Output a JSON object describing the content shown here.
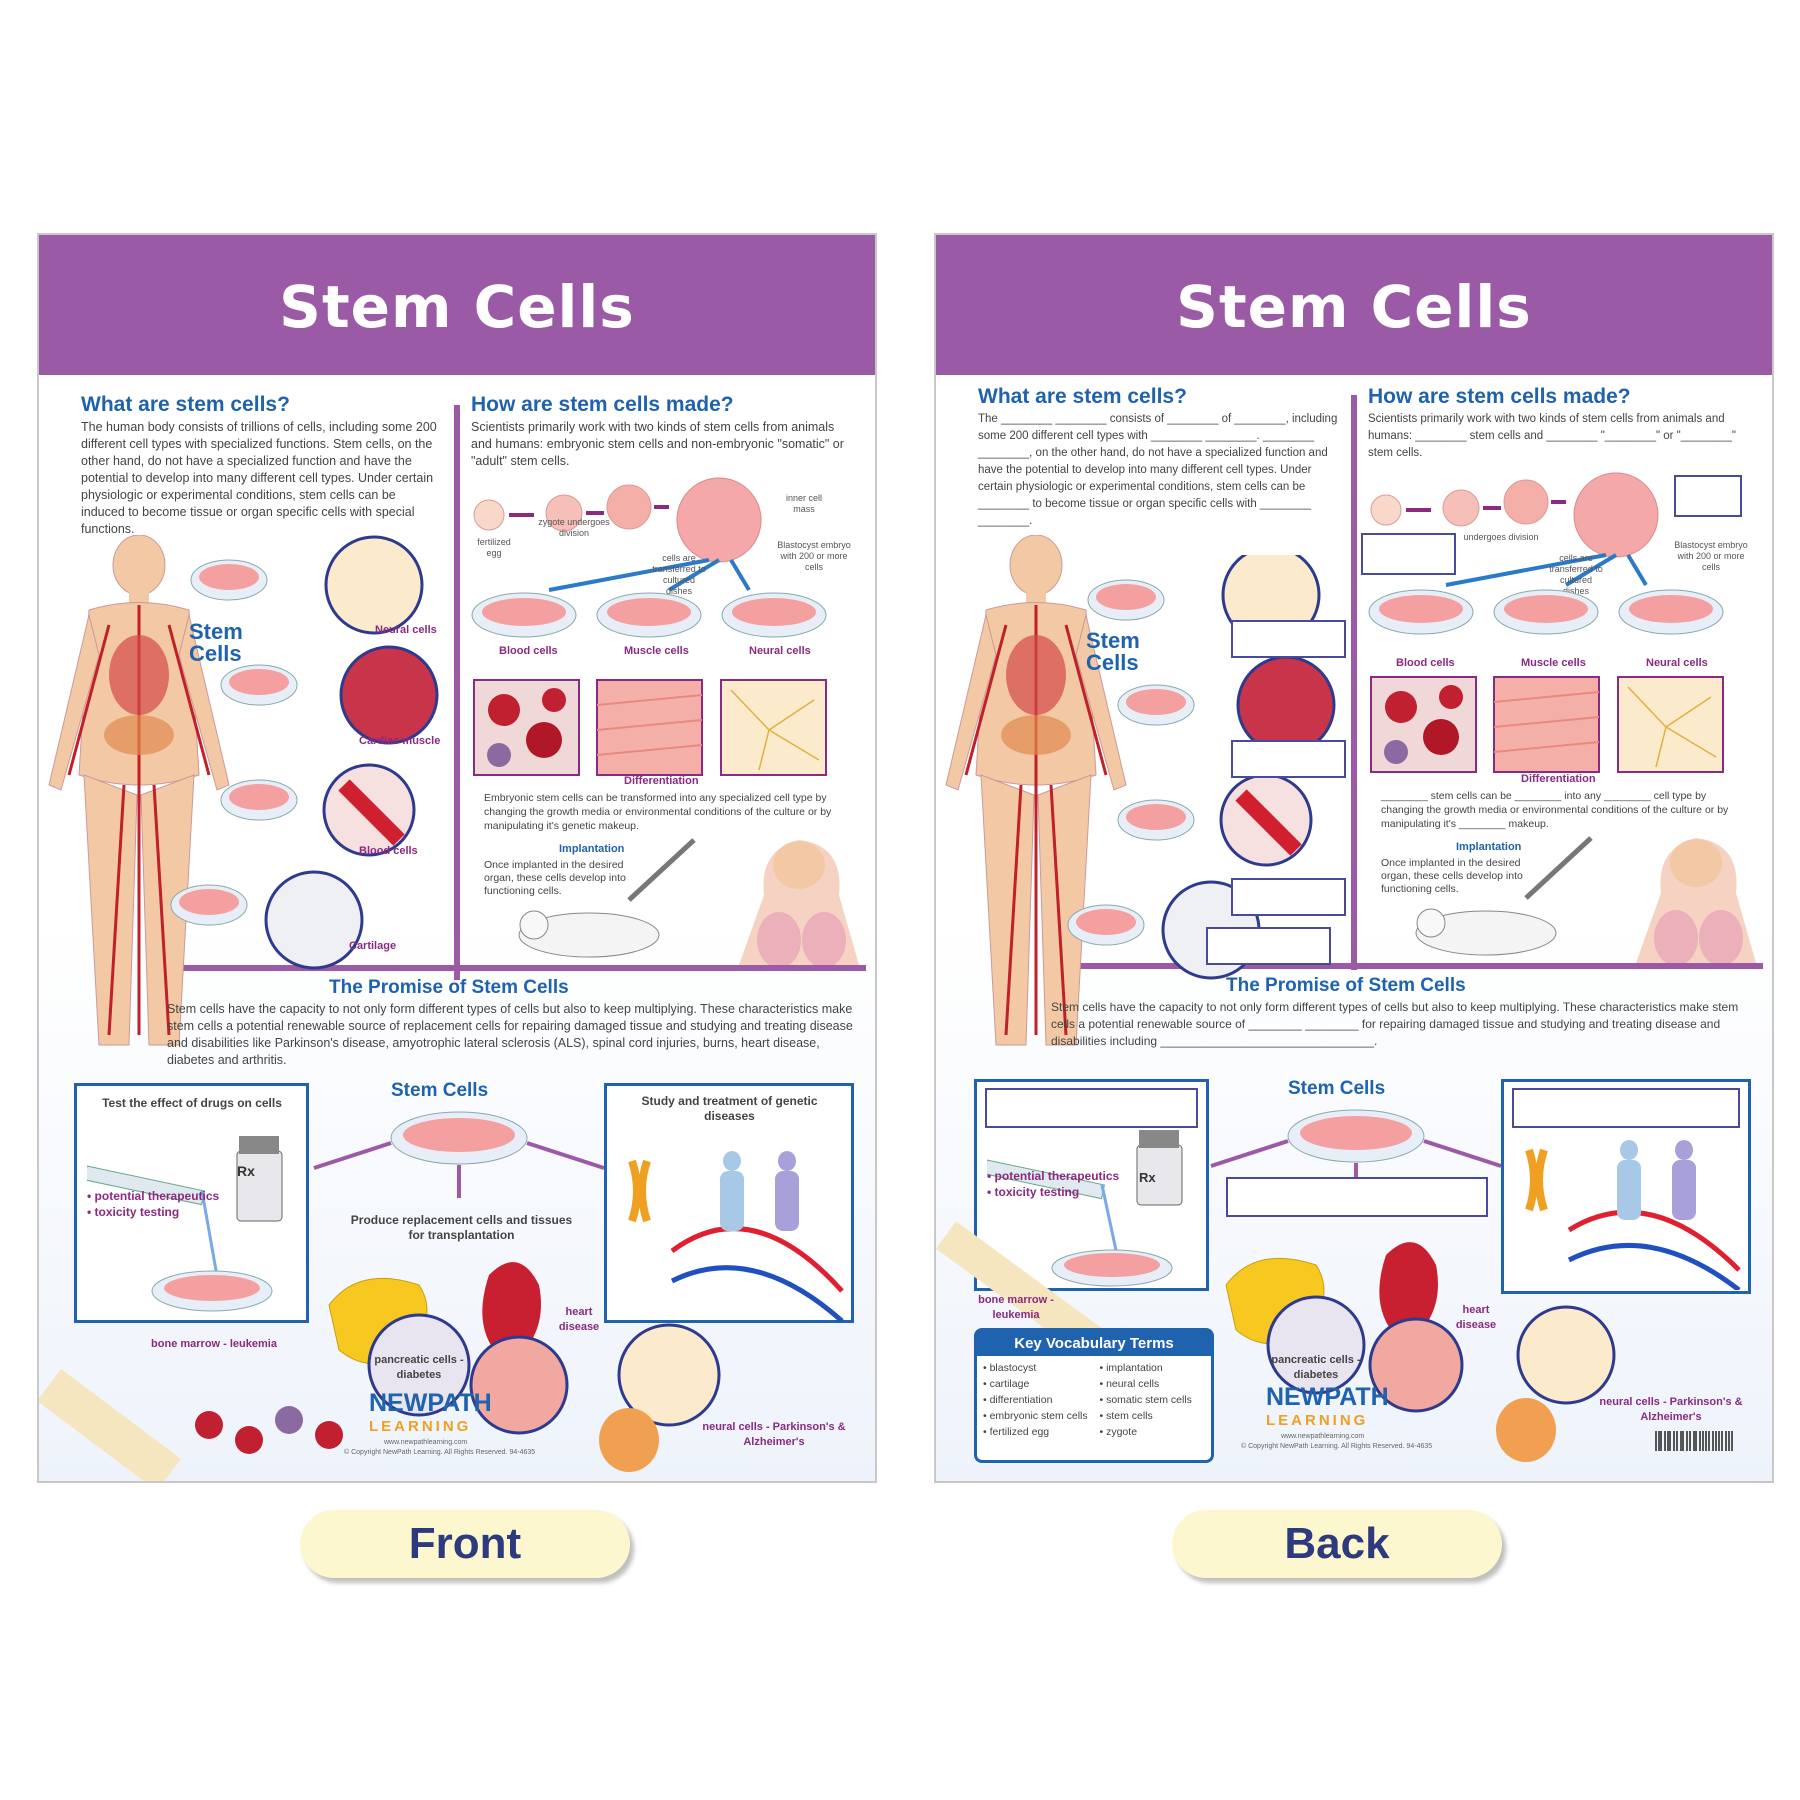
{
  "front": {
    "title": "Stem Cells",
    "q1_heading": "What are stem cells?",
    "q1_text": "The human body consists of trillions of cells, including some 200 different cell types with specialized functions. Stem cells, on the other hand, do not have a specialized function and have the potential to develop into many different cell types. Under certain physiologic or experimental conditions, stem cells can be induced to become tissue or organ specific cells with special functions.",
    "q2_heading": "How are stem cells made?",
    "q2_text": "Scientists primarily work with two kinds of stem cells from animals and humans: embryonic stem cells and non-embryonic \"somatic\" or \"adult\" stem cells.",
    "stem_label_1": "Stem",
    "stem_label_2": "Cells",
    "body_labels": [
      "Neural cells",
      "Cardiac muscle",
      "Blood cells",
      "Cartilage"
    ],
    "dev_labels": {
      "fertilized_egg": "fertilized egg",
      "zygote": "zygote undergoes division",
      "inner_mass": "inner cell mass",
      "blastocyst": "Blastocyst embryo with 200 or more cells",
      "transferred": "cells are transferred to cultured dishes"
    },
    "cell_types": [
      "Blood cells",
      "Muscle cells",
      "Neural cells"
    ],
    "differentiation": "Differentiation",
    "embryonic_text": "Embryonic stem cells can be transformed into any specialized cell type by changing the growth media or environmental conditions of the culture or by manipulating it's genetic makeup.",
    "implantation_heading": "Implantation",
    "implantation_text": "Once implanted in the desired organ, these cells develop into functioning cells.",
    "promise_heading": "The Promise of Stem Cells",
    "promise_text": "Stem cells have the capacity to not only form different types of cells but also to keep multiplying. These characteristics make stem cells a potential renewable source of replacement cells for repairing damaged tissue and studying and treating disease and disabilities like Parkinson's disease, amyotrophic lateral sclerosis (ALS), spinal cord injuries, burns, heart disease, diabetes and arthritis.",
    "center_title": "Stem Cells",
    "box_left_title": "Test the effect of drugs on cells",
    "box_left_items": [
      "• potential therapeutics",
      "• toxicity testing"
    ],
    "rx": "Rx",
    "center_caption": "Produce replacement cells and tissues for transplantation",
    "box_right_title": "Study and treatment of genetic diseases",
    "heart_label": "heart disease",
    "pancreas_label": "pancreatic cells - diabetes",
    "bone_label": "bone marrow - leukemia",
    "neural_label": "neural cells - Parkinson's & Alzheimer's",
    "logo_main": "NEWPATH",
    "logo_sub": "LEARNING",
    "website": "www.newpathlearning.com",
    "copyright": "© Copyright NewPath Learning. All Rights Reserved. 94-4635"
  },
  "back": {
    "title": "Stem Cells",
    "q1_heading": "What are stem cells?",
    "q1_text": "The ________ ________ consists of ________ of ________, including some 200 different cell types with ________ ________. ________ ________, on the other hand, do not have a specialized function and have the potential to develop into many different cell types. Under certain physiologic or experimental conditions, stem cells can be ________ to become tissue or organ specific cells with ________ ________.",
    "q2_heading": "How are stem cells made?",
    "q2_text": "Scientists primarily work with two kinds of stem cells from animals and humans: ________ stem cells and ________ \"________\" or \"________\" stem cells.",
    "stem_label_1": "Stem",
    "stem_label_2": "Cells",
    "dev_labels": {
      "zygote": "undergoes division",
      "blastocyst": "Blastocyst embryo with 200 or more cells",
      "transferred": "cells are transferred to cultured dishes"
    },
    "cell_types": [
      "Blood cells",
      "Muscle cells",
      "Neural cells"
    ],
    "differentiation": "Differentiation",
    "embryonic_text": "________ stem cells can be ________ into any ________ cell type by changing the growth media or environmental conditions of the culture or by manipulating it's ________ makeup.",
    "implantation_heading": "Implantation",
    "implantation_text": "Once implanted in the desired organ, these cells develop into functioning cells.",
    "promise_heading": "The Promise of Stem Cells",
    "promise_text": "Stem cells have the capacity to not only form different types of cells but also to keep multiplying. These characteristics make stem cells a potential renewable source of ________ ________ for repairing damaged tissue and studying and treating disease and disabilities including ________________________________.",
    "center_title": "Stem Cells",
    "box_left_items": [
      "• potential therapeutics",
      "• toxicity testing"
    ],
    "rx": "Rx",
    "heart_label": "heart disease",
    "pancreas_label": "pancreatic cells - diabetes",
    "bone_label": "bone marrow - leukemia",
    "neural_label": "neural cells - Parkinson's & Alzheimer's",
    "vocab_heading": "Key Vocabulary Terms",
    "vocab_terms": [
      "• blastocyst",
      "• cartilage",
      "• differentiation",
      "• embryonic stem cells",
      "• fertilized egg",
      "• implantation",
      "• neural cells",
      "• somatic stem cells",
      "• stem cells",
      "• zygote"
    ],
    "logo_main": "NEWPATH",
    "logo_sub": "LEARNING",
    "website": "www.newpathlearning.com",
    "copyright": "© Copyright NewPath Learning. All Rights Reserved. 94-4635"
  },
  "labels": {
    "front": "Front",
    "back": "Back"
  },
  "colors": {
    "banner": "#9b5aa6",
    "heading_blue": "#1f62ad",
    "accent_purple": "#8a2a80",
    "pill": "#fdf7cf",
    "pill_text": "#2e3a7e"
  }
}
